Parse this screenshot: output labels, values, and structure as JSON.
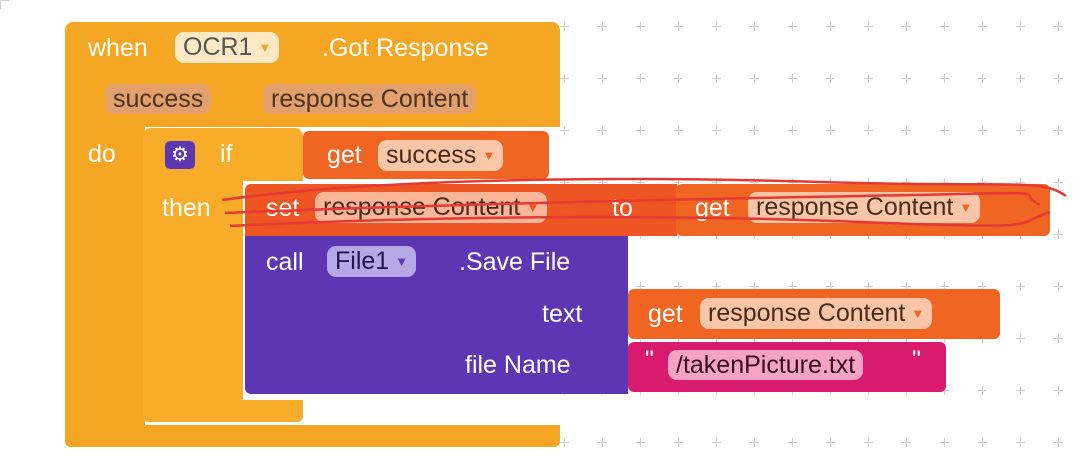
{
  "event": {
    "when_label": "when",
    "component": "OCR1",
    "event_name": ".Got Response",
    "params": [
      "success",
      "response Content"
    ],
    "do_label": "do"
  },
  "if_block": {
    "if_label": "if",
    "then_label": "then",
    "condition": {
      "get_label": "get",
      "var": "success"
    }
  },
  "set_block": {
    "set_label": "set",
    "var": "response Content",
    "to_label": "to",
    "value_get_label": "get",
    "value_var": "response Content"
  },
  "call_block": {
    "call_label": "call",
    "component": "File1",
    "method": ".Save File",
    "text_label": "text",
    "text_get_label": "get",
    "text_var": "response Content",
    "filename_label": "file Name",
    "filename_value": "/takenPicture.txt",
    "quote_open": "\"",
    "quote_close": "\""
  },
  "colors": {
    "event": "#f5a623",
    "variable_get": "#f16522",
    "component": "#5d36b3",
    "text": "#d81b6e",
    "annotation_strike": "#e53935"
  }
}
